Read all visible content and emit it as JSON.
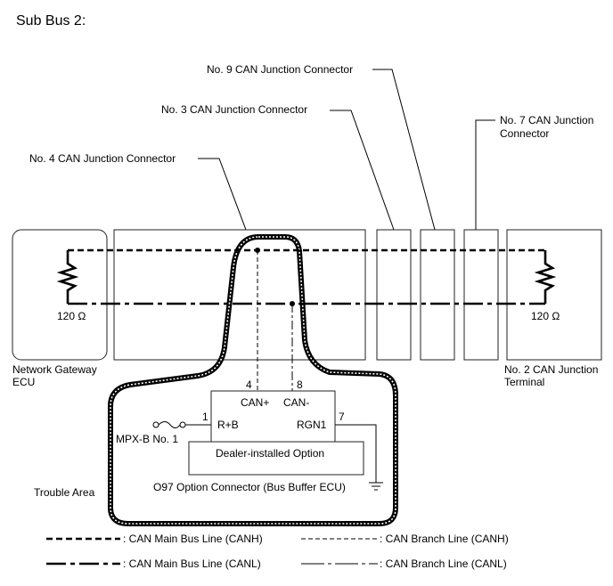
{
  "title": "Sub Bus 2:",
  "connectors": {
    "no9": "No. 9 CAN Junction Connector",
    "no3": "No. 3 CAN Junction Connector",
    "no7_line1": "No. 7 CAN Junction",
    "no7_line2": "Connector",
    "no4": "No. 4 CAN Junction Connector"
  },
  "left_ecu": {
    "line1": "Network Gateway",
    "line2": "ECU",
    "resistor": "120 Ω"
  },
  "right_terminal": {
    "line1": "No. 2 CAN Junction",
    "line2": "Terminal",
    "resistor": "120 Ω"
  },
  "option_ecu": {
    "pin_canh": "4",
    "pin_canl": "8",
    "label_canh": "CAN+",
    "label_canl": "CAN-",
    "pin_power": "1",
    "label_power": "R+B",
    "pin_ground": "7",
    "label_ground": "RGN1",
    "fuse": "MPX-B No. 1",
    "option_box": "Dealer-installed Option",
    "connector_name": "O97  Option Connector (Bus Buffer ECU)"
  },
  "trouble_area": "Trouble Area",
  "legend": {
    "main_canh": ": CAN Main Bus Line (CANH)",
    "branch_canh": ": CAN Branch Line (CANH)",
    "main_canl": ": CAN Main Bus Line (CANL)",
    "branch_canl": ": CAN Branch Line (CANL)"
  }
}
